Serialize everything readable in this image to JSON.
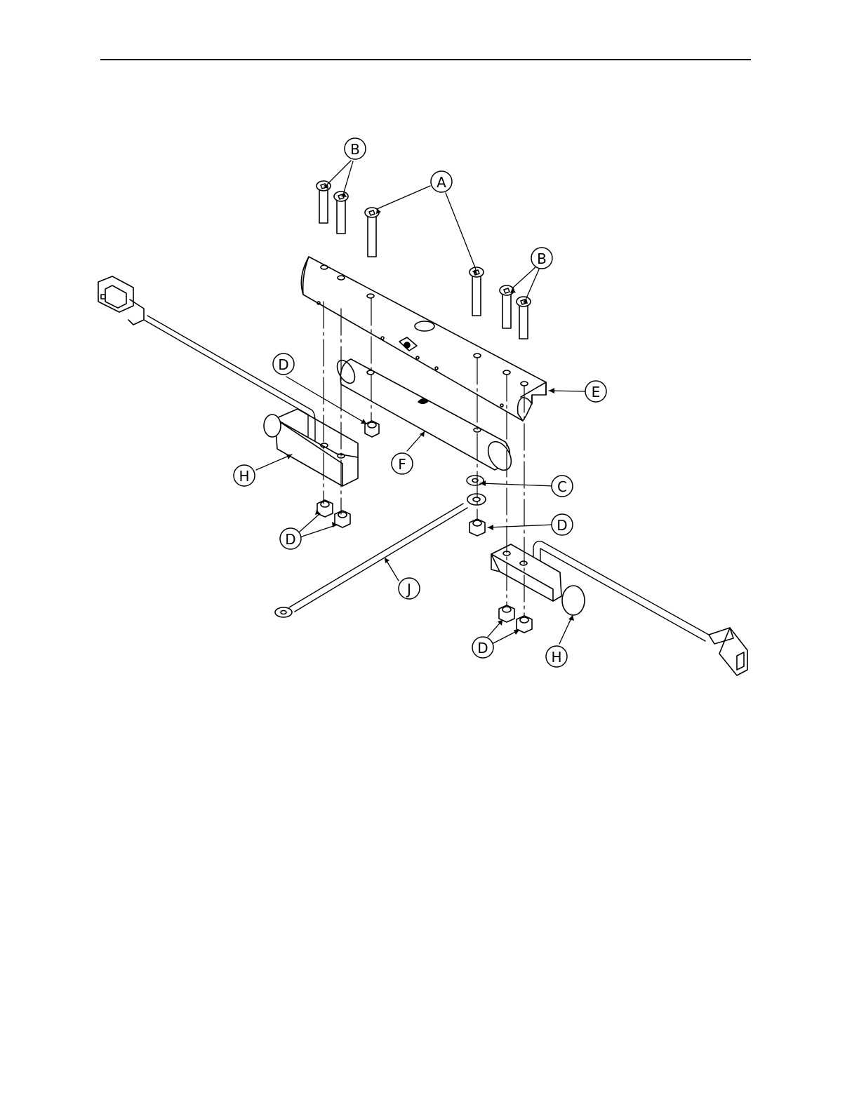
{
  "figure": {
    "callouts": [
      {
        "id": "B1",
        "label": "B"
      },
      {
        "id": "A",
        "label": "A"
      },
      {
        "id": "B2",
        "label": "B"
      },
      {
        "id": "D1",
        "label": "D"
      },
      {
        "id": "E",
        "label": "E"
      },
      {
        "id": "H1",
        "label": "H"
      },
      {
        "id": "F",
        "label": "F"
      },
      {
        "id": "C",
        "label": "C"
      },
      {
        "id": "D2",
        "label": "D"
      },
      {
        "id": "D3",
        "label": "D"
      },
      {
        "id": "J",
        "label": "J"
      },
      {
        "id": "D4",
        "label": "D"
      },
      {
        "id": "H2",
        "label": "H"
      }
    ]
  }
}
